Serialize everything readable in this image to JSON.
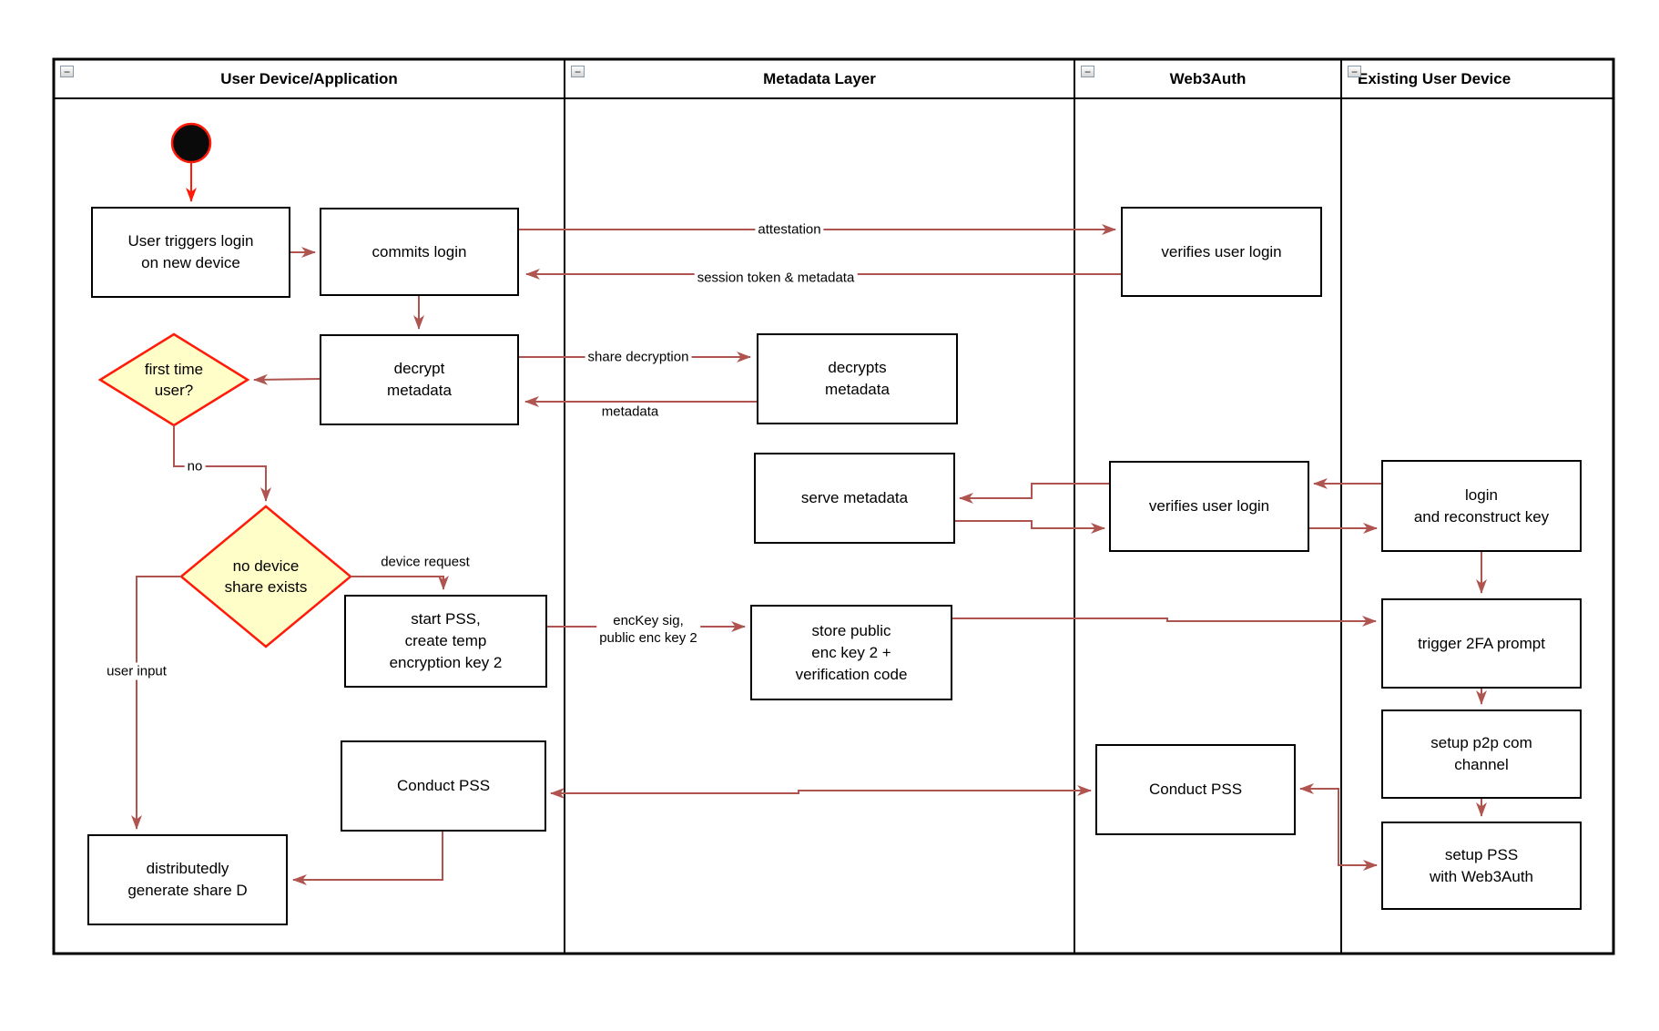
{
  "ui": {
    "collapse_glyph": "−"
  },
  "colors": {
    "connector": "#B05450",
    "accent_red": "#FF1A0A",
    "diamond_fill": "#FFFEC8",
    "diamond_stroke": "#FF1A0A",
    "box_stroke": "#000000",
    "lane_border": "#000000",
    "start_node_fill": "#0A0A0A"
  },
  "lanes": [
    {
      "title": "User Device/Application"
    },
    {
      "title": "Metadata Layer"
    },
    {
      "title": "Web3Auth"
    },
    {
      "title": "Existing User Device"
    }
  ],
  "nodes": {
    "user_triggers": {
      "label": "User triggers login\non new device"
    },
    "commits_login": {
      "label": "commits login"
    },
    "decrypt_metadata": {
      "label": "decrypt\nmetadata"
    },
    "first_time_user": {
      "label": "first time\nuser?"
    },
    "no_device_share": {
      "label": "no device\nshare exists"
    },
    "start_pss": {
      "label": "start PSS,\ncreate temp\nencryption key 2"
    },
    "conduct_pss_user": {
      "label": "Conduct PSS"
    },
    "distributedly_generate": {
      "label": "distributedly\ngenerate share D"
    },
    "decrypts_metadata": {
      "label": "decrypts\nmetadata"
    },
    "serve_metadata": {
      "label": "serve metadata"
    },
    "store_public_enc": {
      "label": "store public\nenc key 2 +\nverification code"
    },
    "verifies_user_login_1": {
      "label": "verifies user login"
    },
    "verifies_user_login_2": {
      "label": "verifies user login"
    },
    "conduct_pss_web3auth": {
      "label": "Conduct PSS"
    },
    "login_reconstruct": {
      "label": "login\nand reconstruct key"
    },
    "trigger_2fa": {
      "label": "trigger 2FA prompt"
    },
    "setup_p2p": {
      "label": "setup p2p com\nchannel"
    },
    "setup_pss": {
      "label": "setup PSS\nwith Web3Auth"
    }
  },
  "edge_labels": {
    "attestation": "attestation",
    "session_token": "session token & metadata",
    "share_decryption": "share decryption",
    "metadata": "metadata",
    "no": "no",
    "device_request": "device request",
    "user_input": "user input",
    "enckey": "encKey sig,\npublic enc key 2"
  }
}
